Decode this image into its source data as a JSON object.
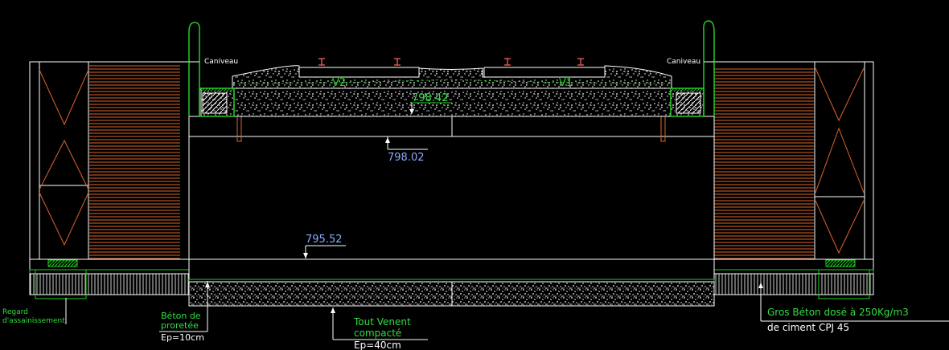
{
  "colors": {
    "background": "#000000",
    "outline": "#ffffff",
    "green": "#22cc22",
    "label_green": "#33dd44",
    "blue": "#88aaff",
    "orange": "#e0642a"
  },
  "labels": {
    "caniveau_left": "Caniveau",
    "caniveau_right": "Caniveau",
    "track_v2": "V2",
    "track_v1": "V1",
    "level_top_rail": "798.42",
    "level_slab": "798.02",
    "level_bottom": "795.52",
    "regard_line1": "Regard",
    "regard_line2": "d'assainissement",
    "beton_line1": "Béton de",
    "beton_line2": "proretée",
    "beton_ep": "Ep=10cm",
    "tout_line1": "Tout Venent",
    "tout_line2": "compacté",
    "tout_ep": "Ep=40cm",
    "gros_line1": "Gros Béton dosé à 250Kg/m3",
    "gros_line2": "de ciment CPJ 45"
  }
}
